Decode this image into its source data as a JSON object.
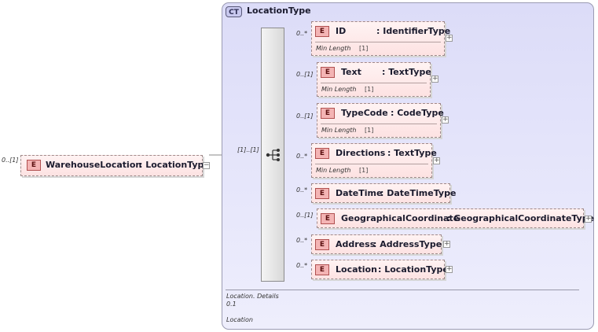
{
  "root": {
    "multiplicity": "0..[1]",
    "badge": "E",
    "name": "WarehouseLocation",
    "type": ": LocationType",
    "toggle": "−"
  },
  "complex_type": {
    "badge": "CT",
    "title": "LocationType",
    "sequence_multiplicity": "[1]..[1]",
    "footer": {
      "line1": "Location. Details",
      "line2": "0.1",
      "line3": "Location"
    }
  },
  "elements": [
    {
      "multiplicity": "0..*",
      "badge": "E",
      "name": "ID",
      "type": ": IdentifierType",
      "facet_name": "Min Length",
      "facet_value": "[1]",
      "expand": "+"
    },
    {
      "multiplicity": "0..[1]",
      "badge": "E",
      "name": "Text",
      "type": ": TextType",
      "facet_name": "Min Length",
      "facet_value": "[1]",
      "expand": "+"
    },
    {
      "multiplicity": "0..[1]",
      "badge": "E",
      "name": "TypeCode",
      "type": ": CodeType",
      "facet_name": "Min Length",
      "facet_value": "[1]",
      "expand": "+"
    },
    {
      "multiplicity": "0..*",
      "badge": "E",
      "name": "Directions",
      "type": ": TextType",
      "facet_name": "Min Length",
      "facet_value": "[1]",
      "expand": "+"
    },
    {
      "multiplicity": "0..*",
      "badge": "E",
      "name": "DateTime",
      "type": ": DateTimeType"
    },
    {
      "multiplicity": "0..[1]",
      "badge": "E",
      "name": "GeographicalCoordinate",
      "type": ": GeographicalCoordinateType",
      "expand": "+"
    },
    {
      "multiplicity": "0..*",
      "badge": "E",
      "name": "Address",
      "type": ": AddressType",
      "expand": "+"
    },
    {
      "multiplicity": "0..*",
      "badge": "E",
      "name": "Location",
      "type": ": LocationType",
      "expand": "+"
    }
  ]
}
